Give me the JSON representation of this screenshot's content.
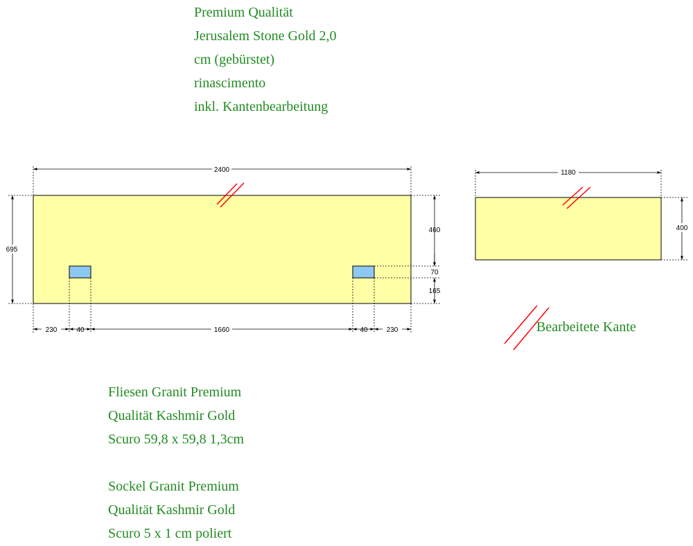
{
  "title_lines": [
    "Premium Qualität",
    "Jerusalem Stone Gold 2,0",
    "cm (gebürstet)",
    "rinascimento",
    "inkl. Kantenbearbeitung"
  ],
  "fliesen_lines": [
    "Fliesen Granit Premium",
    "Qualität Kashmir Gold",
    "Scuro 59,8 x 59,8 1,3cm"
  ],
  "sockel_lines": [
    "Sockel Granit Premium",
    "Qualität Kashmir Gold",
    "Scuro 5 x 1 cm poliert"
  ],
  "legend": {
    "label": "Bearbeitete Kante",
    "edge_color": "#ff0000"
  },
  "colors": {
    "slab_fill": "#ffffa6",
    "cutout_fill": "#8ec8f0",
    "text_green": "#228b22"
  },
  "main_slab": {
    "width_mm": 2400,
    "height_mm": 695,
    "dim_width": "2400",
    "dim_height": "695",
    "dim_right_top": "460",
    "dim_right_mid": "70",
    "dim_right_bottom": "165",
    "bottom_dims": [
      "230",
      "40",
      "1660",
      "40",
      "230"
    ]
  },
  "side_slab": {
    "width_mm": 1180,
    "height_mm": 400,
    "dim_width": "1180",
    "dim_height": "400"
  }
}
